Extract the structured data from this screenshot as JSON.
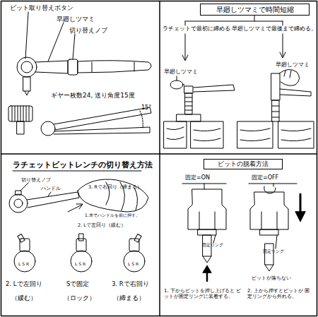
{
  "diagram": {
    "nodes": [
      {
        "text": [
          "早廻しツマミで時間短縮"
        ]
      },
      {
        "text": [
          "ビットの脱着方法"
        ]
      }
    ],
    "labels": [
      "ビット取り替えボタン",
      "早廻しツマミ",
      "切り替えノブ",
      "ギヤー枚数24, 送り角度15度",
      "15°",
      "ラチェットで最初に締める",
      "早廻しツマミで最後まで締める。",
      "早廻しツマミ",
      "早廻しツマミ",
      "ラチェットビットレンチの切り替え方法",
      "切り替えノブ",
      "ハンドル",
      "3. Rで右回り（締まる）",
      "1.本でハンドルを前に押す。",
      "2. Lで左回り（緩む）",
      "L S R",
      "L S R",
      "L S R",
      "2. Lで左回り",
      "Sで固定",
      "3. Rで右回り",
      "（緩む）",
      "（ロック）",
      "（締まる）",
      "固定=ON",
      "固定=OFF",
      "固定リング",
      "固定リング",
      "ビットが落ちない",
      "1. 下からビットを押し上げると ビットが固定リングに装着する。",
      "2. 上から押すとビットが 固定リングから外れる。"
    ]
  }
}
